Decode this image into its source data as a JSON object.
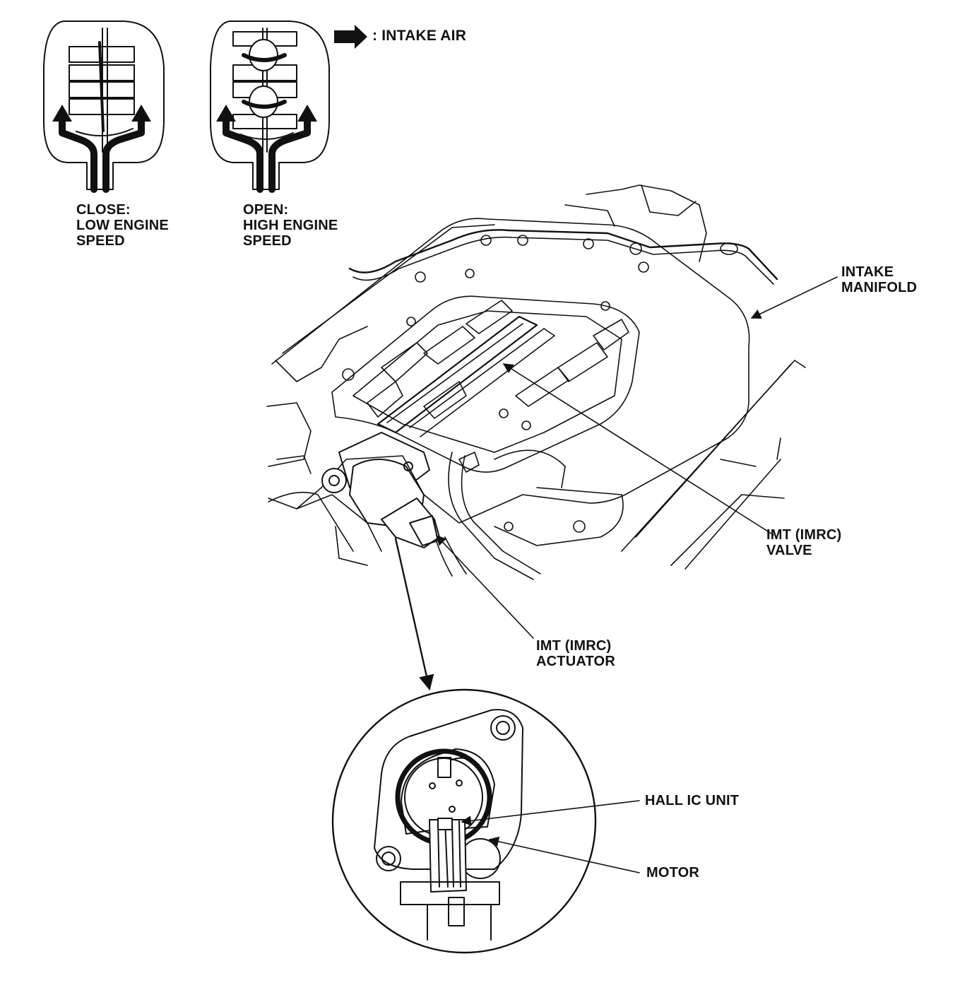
{
  "legend": {
    "symbol_name": "arrow-icon",
    "text": ": INTAKE AIR"
  },
  "states": {
    "close": {
      "line1": "CLOSE:",
      "line2": "LOW ENGINE",
      "line3": "SPEED"
    },
    "open": {
      "line1": "OPEN:",
      "line2": "HIGH ENGINE",
      "line3": "SPEED"
    }
  },
  "callouts": {
    "intake_manifold": {
      "line1": "INTAKE",
      "line2": "MANIFOLD"
    },
    "imt_valve": {
      "line1": "IMT (IMRC)",
      "line2": "VALVE"
    },
    "imt_actuator": {
      "line1": "IMT (IMRC)",
      "line2": "ACTUATOR"
    },
    "hall_ic_unit": {
      "text": "HALL IC UNIT"
    },
    "motor": {
      "text": "MOTOR"
    }
  },
  "colors": {
    "ink": "#111111",
    "paper": "#ffffff"
  }
}
